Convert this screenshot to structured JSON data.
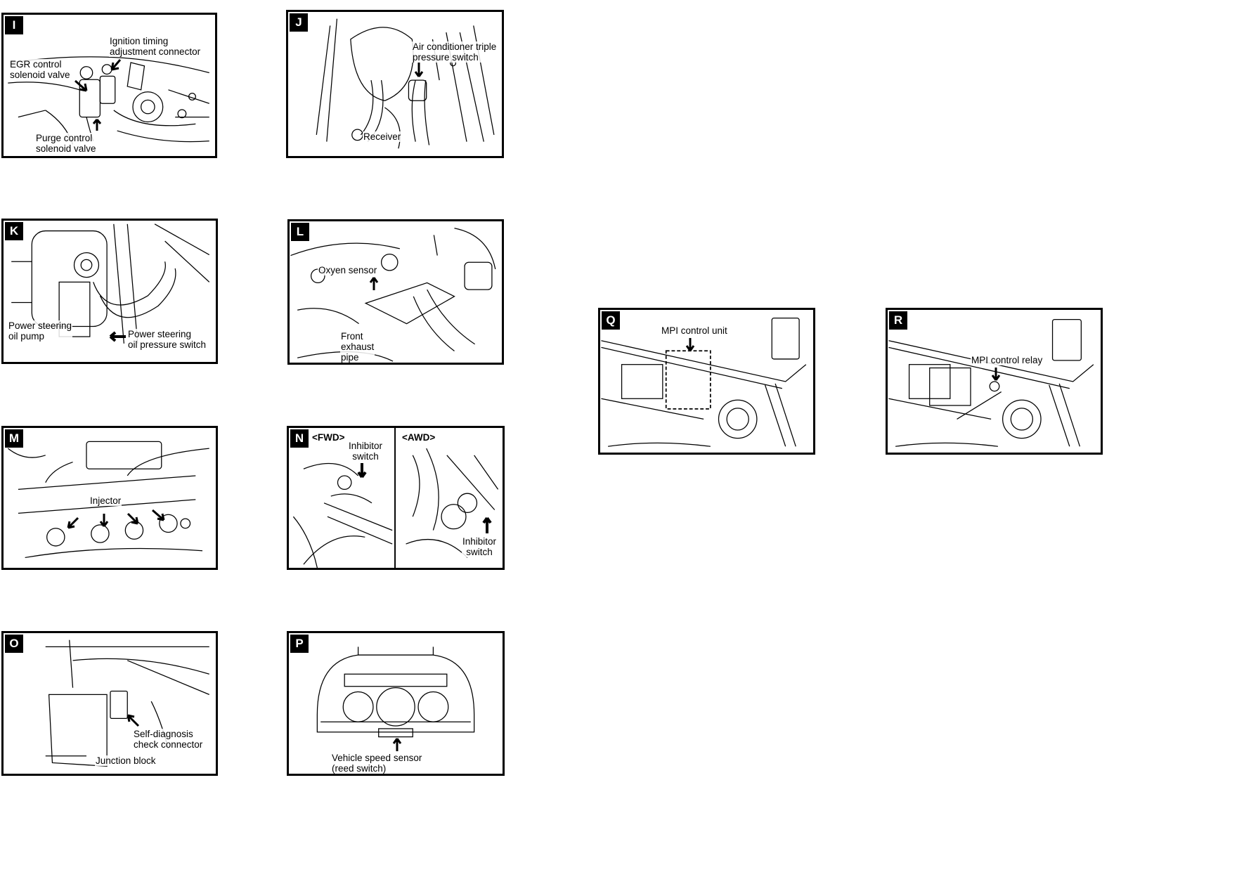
{
  "panels": {
    "I": {
      "badge": "I",
      "labels": [
        "Ignition timing\nadjustment connector",
        "EGR control\nsolenoid valve",
        "Purge control\nsolenoid valve"
      ]
    },
    "J": {
      "badge": "J",
      "labels": [
        "Air conditioner triple\npressure switch",
        "Receiver"
      ]
    },
    "K": {
      "badge": "K",
      "labels": [
        "Power steering\noil pump",
        "Power steering\noil pressure switch"
      ]
    },
    "L": {
      "badge": "L",
      "labels": [
        "Oxyen sensor",
        "Front\nexhaust\npipe"
      ]
    },
    "M": {
      "badge": "M",
      "labels": [
        "Injector"
      ]
    },
    "N": {
      "badge": "N",
      "labels": [
        "<FWD>",
        "<AWD>",
        "Inhibitor\nswitch",
        "Inhibitor\nswitch"
      ]
    },
    "O": {
      "badge": "O",
      "labels": [
        "Self-diagnosis\ncheck connector",
        "Junction block"
      ]
    },
    "P": {
      "badge": "P",
      "labels": [
        "Vehicle speed sensor\n(reed switch)"
      ]
    },
    "Q": {
      "badge": "Q",
      "labels": [
        "MPI control unit"
      ]
    },
    "R": {
      "badge": "R",
      "labels": [
        "MPI control relay"
      ]
    }
  }
}
